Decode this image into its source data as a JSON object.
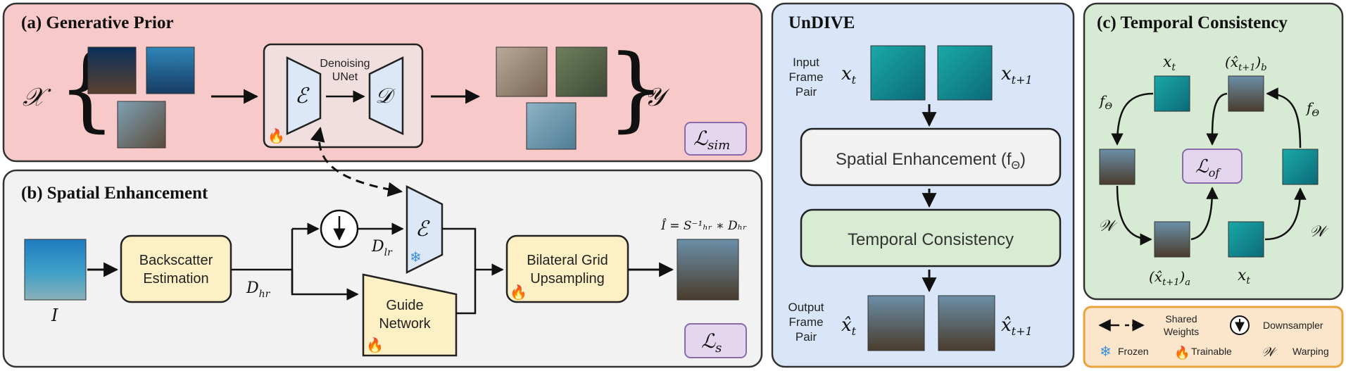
{
  "panel_a": {
    "title": "(a) Generative Prior",
    "input_set": "𝒳",
    "output_set": "𝒴",
    "unet_label_1": "Denoising",
    "unet_label_2": "UNet",
    "encoder": "ℰ",
    "decoder": "𝒟",
    "loss": "ℒ",
    "loss_sub": "sim"
  },
  "panel_b": {
    "title": "(b) Spatial Enhancement",
    "input_label": "I",
    "backscatter_1": "Backscatter",
    "backscatter_2": "Estimation",
    "d_hr": "D",
    "d_hr_sub": "hr",
    "d_lr": "D",
    "d_lr_sub": "lr",
    "encoder": "ℰ",
    "guide_1": "Guide",
    "guide_2": "Network",
    "bilateral_1": "Bilateral Grid",
    "bilateral_2": "Upsampling",
    "output_formula": "Î = S⁻¹ₕᵣ ∗ Dₕᵣ",
    "loss": "ℒ",
    "loss_sub": "s"
  },
  "panel_undive": {
    "title": "UnDIVE",
    "input_1": "Input",
    "input_2": "Frame",
    "input_3": "Pair",
    "x_t": "x",
    "x_t_sub": "t",
    "x_t1_sub": "t+1",
    "spatial": "Spatial Enhancement (f",
    "spatial_sub": "Θ",
    "spatial_close": ")",
    "temporal": "Temporal Consistency",
    "output_1": "Output",
    "output_2": "Frame",
    "output_3": "Pair",
    "xhat_t": "x̂",
    "xhat_sub_t": "t",
    "xhat_sub_t1": "t+1"
  },
  "panel_c": {
    "title": "(c) Temporal Consistency",
    "x_t_top": "x",
    "x_t_top_sub": "t",
    "xhat_b": "(x̂",
    "xhat_b_sub": "t+1",
    "xhat_b_close": ")",
    "xhat_b_sub2": "b",
    "f_theta": "f",
    "f_theta_sub": "Θ",
    "warp": "𝒲",
    "loss": "ℒ",
    "loss_sub": "of",
    "xhat_a": "(x̂",
    "xhat_a_sub": "t+1",
    "xhat_a_close": ")",
    "xhat_a_sub2": "a",
    "x_t_bottom": "x",
    "x_t_bottom_sub": "t"
  },
  "legend": {
    "shared_1": "Shared",
    "shared_2": "Weights",
    "downsampler": "Downsampler",
    "frozen": "Frozen",
    "trainable": "Trainable",
    "warp_symbol": "𝒲",
    "warping": "Warping"
  },
  "colors": {
    "panel_a_bg": "#f8c9c9",
    "panel_b_bg": "#f2f2f2",
    "undive_bg": "#d9e6fa",
    "panel_c_bg": "#d7ead3",
    "legend_bg": "#fbe6cc",
    "legend_border": "#e8a33d",
    "box_yellow": "#fdf0c4",
    "box_green": "#d8ecd4",
    "loss_purple": "#e4d6ee",
    "encoder_blue": "#dce8f8"
  }
}
